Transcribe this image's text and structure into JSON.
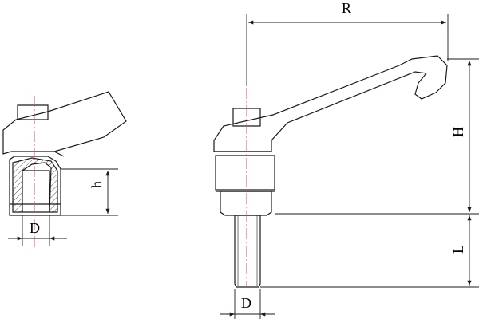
{
  "colors": {
    "line": "#1a1a1a",
    "centerline": "#e0505a",
    "hatch": "#555555",
    "background": "#ffffff"
  },
  "views": {
    "left": {
      "diameter_label": "D",
      "height_label": "h"
    },
    "right": {
      "reach_label": "R",
      "height_label": "H",
      "stud_length_label": "L",
      "diameter_label": "D"
    }
  }
}
